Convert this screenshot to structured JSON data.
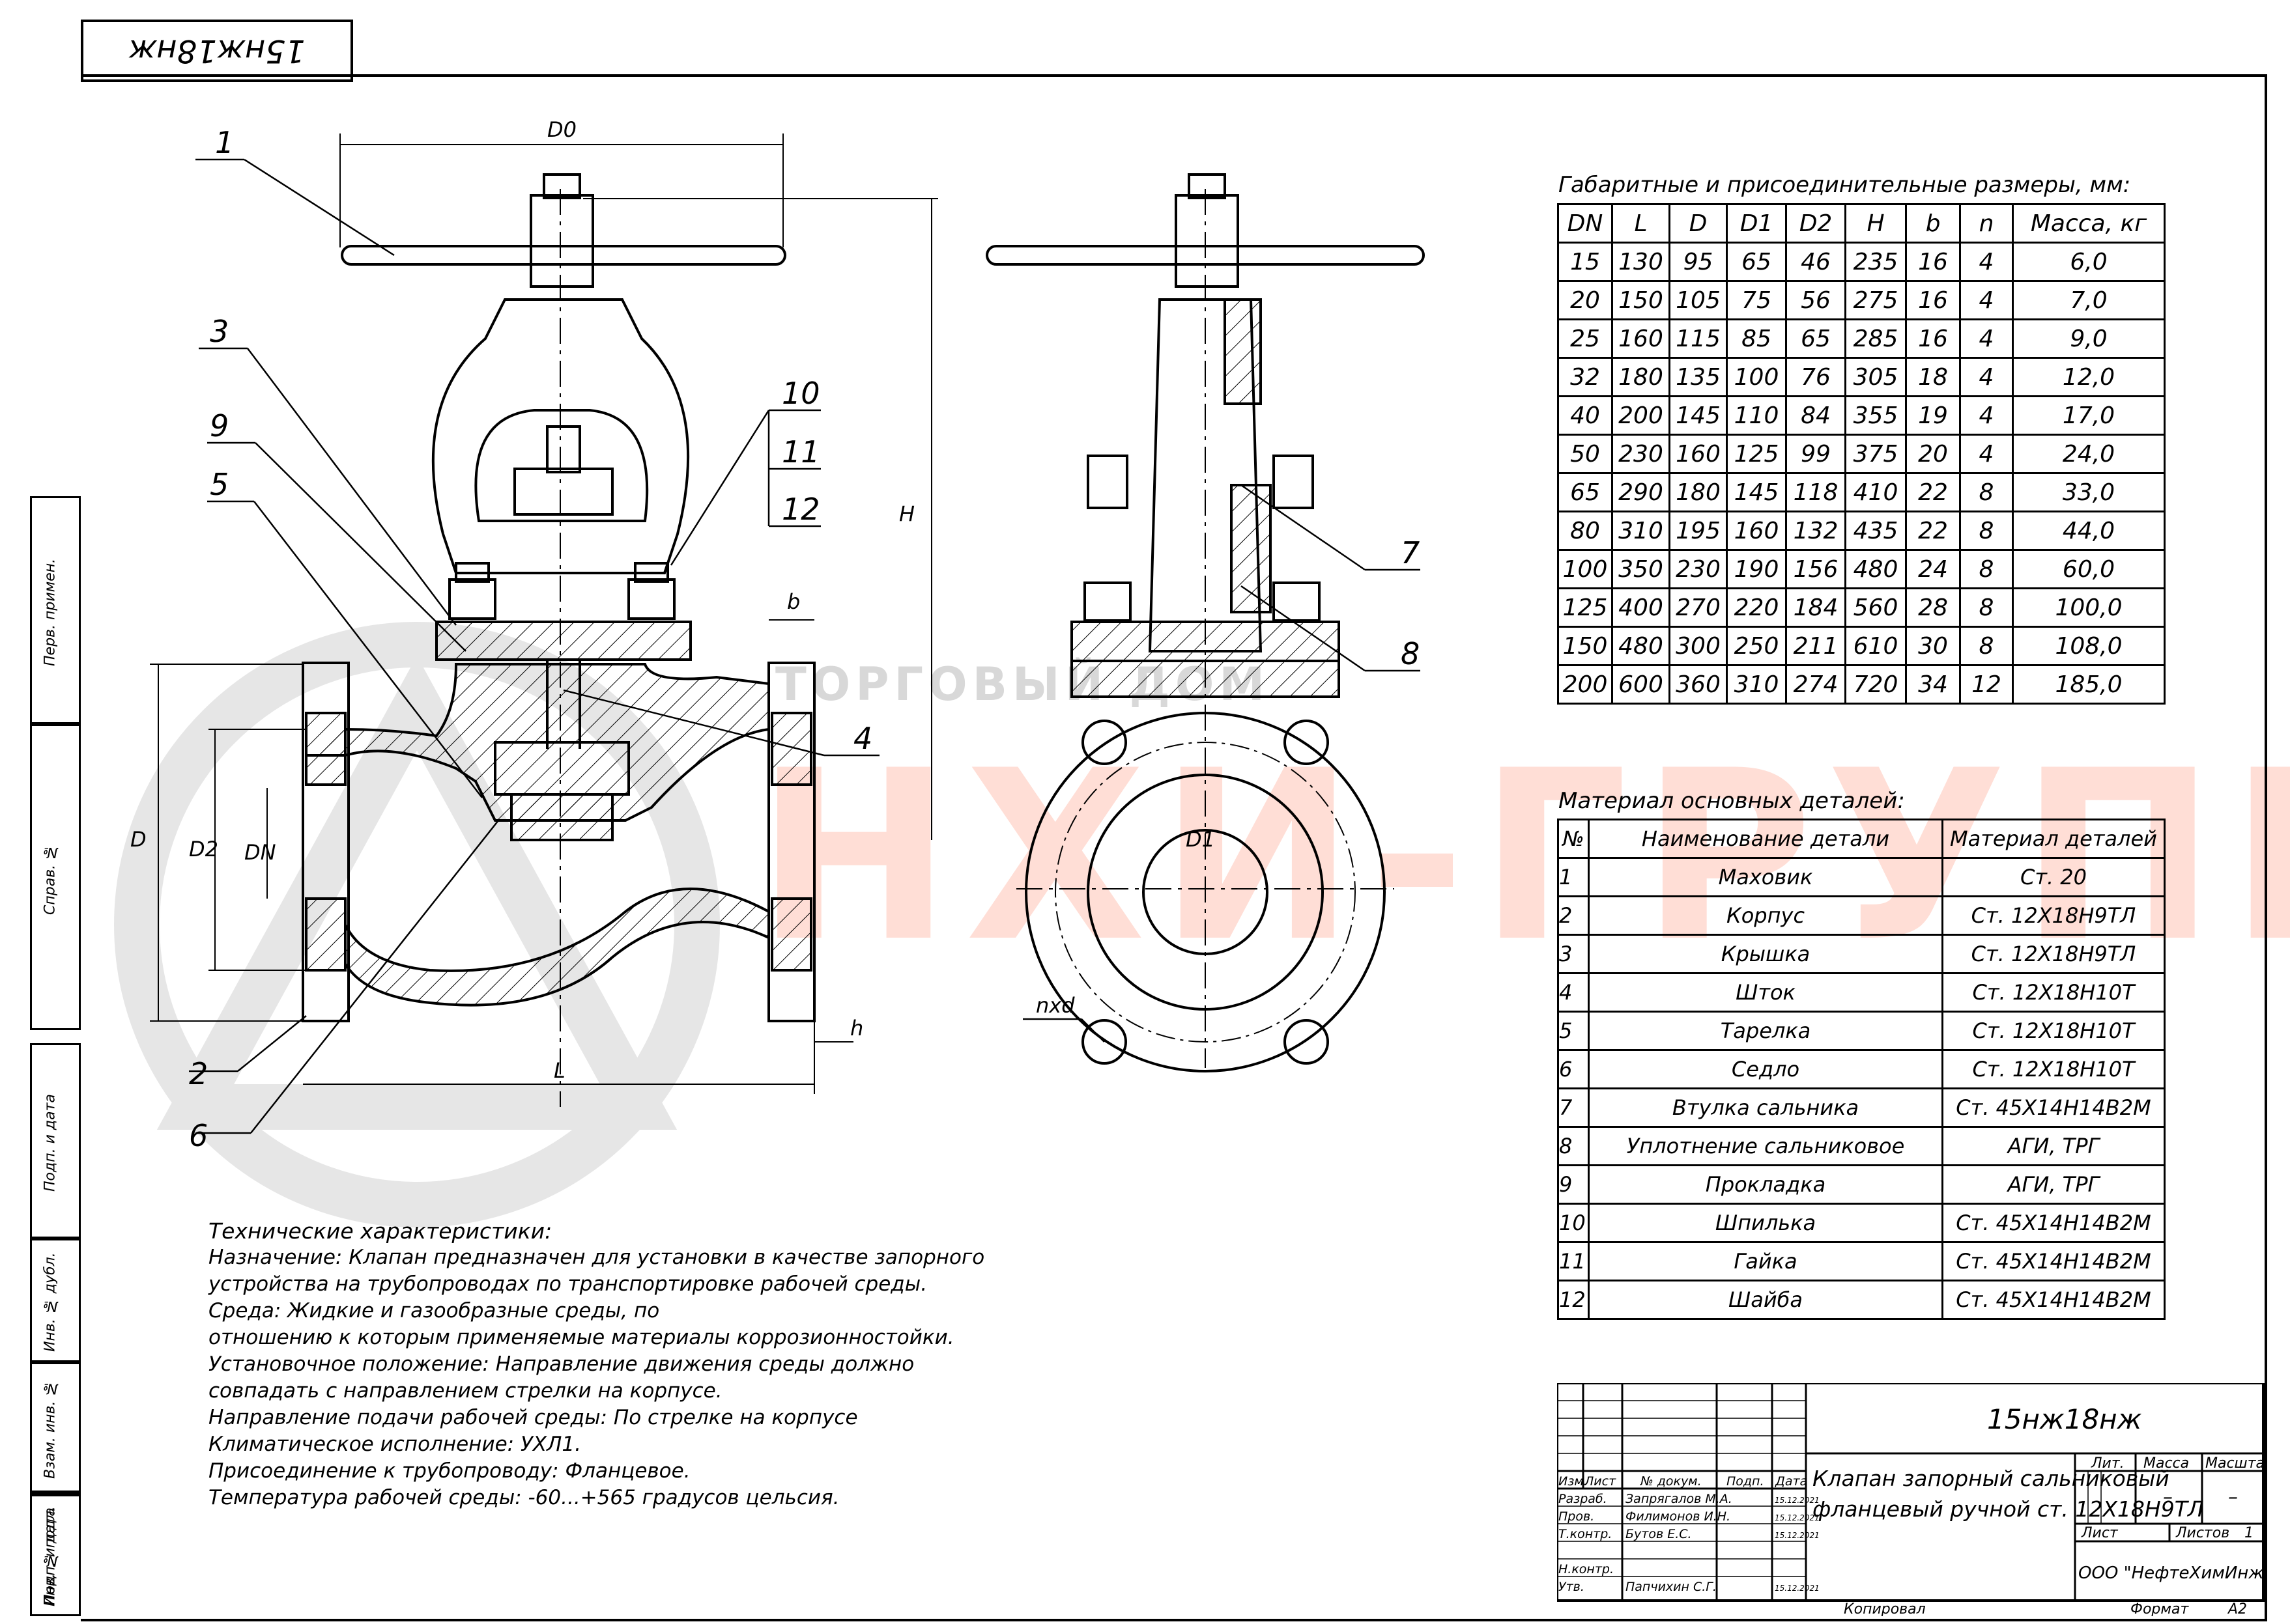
{
  "drawing_code": "15нж18нж",
  "drawing_code_top_rotated": "15нж18нж",
  "left_strip": [
    "Перв. примен.",
    "Справ. №",
    "Подп. и дата",
    "Инв. № дубл.",
    "Взам. инв. №",
    "Подп. и дата",
    "Инв. № подл."
  ],
  "watermark": {
    "line1": "ТОРГОВЫЙ ДОМ",
    "line2": "НХИ-ГРУПП"
  },
  "callouts": [
    "1",
    "3",
    "9",
    "5",
    "10",
    "11",
    "12",
    "4",
    "2",
    "6",
    "7",
    "8"
  ],
  "dim_labels": {
    "d0": "D0",
    "h_total": "H",
    "b": "b",
    "h": "h",
    "l": "L",
    "d": "D",
    "d2": "D2",
    "dn": "DN",
    "d1": "D1",
    "nxd": "nxd"
  },
  "dims_table": {
    "caption": "Габаритные и присоединительные размеры, мм:",
    "headers": [
      "DN",
      "L",
      "D",
      "D1",
      "D2",
      "H",
      "b",
      "n",
      "Масса, кг"
    ],
    "rows": [
      [
        "15",
        "130",
        "95",
        "65",
        "46",
        "235",
        "16",
        "4",
        "6,0"
      ],
      [
        "20",
        "150",
        "105",
        "75",
        "56",
        "275",
        "16",
        "4",
        "7,0"
      ],
      [
        "25",
        "160",
        "115",
        "85",
        "65",
        "285",
        "16",
        "4",
        "9,0"
      ],
      [
        "32",
        "180",
        "135",
        "100",
        "76",
        "305",
        "18",
        "4",
        "12,0"
      ],
      [
        "40",
        "200",
        "145",
        "110",
        "84",
        "355",
        "19",
        "4",
        "17,0"
      ],
      [
        "50",
        "230",
        "160",
        "125",
        "99",
        "375",
        "20",
        "4",
        "24,0"
      ],
      [
        "65",
        "290",
        "180",
        "145",
        "118",
        "410",
        "22",
        "8",
        "33,0"
      ],
      [
        "80",
        "310",
        "195",
        "160",
        "132",
        "435",
        "22",
        "8",
        "44,0"
      ],
      [
        "100",
        "350",
        "230",
        "190",
        "156",
        "480",
        "24",
        "8",
        "60,0"
      ],
      [
        "125",
        "400",
        "270",
        "220",
        "184",
        "560",
        "28",
        "8",
        "100,0"
      ],
      [
        "150",
        "480",
        "300",
        "250",
        "211",
        "610",
        "30",
        "8",
        "108,0"
      ],
      [
        "200",
        "600",
        "360",
        "310",
        "274",
        "720",
        "34",
        "12",
        "185,0"
      ]
    ]
  },
  "materials_table": {
    "caption": "Материал основных деталей:",
    "headers": [
      "№",
      "Наименование детали",
      "Материал деталей"
    ],
    "rows": [
      [
        "1",
        "Маховик",
        "Ст. 20"
      ],
      [
        "2",
        "Корпус",
        "Ст. 12Х18Н9ТЛ"
      ],
      [
        "3",
        "Крышка",
        "Ст. 12Х18Н9ТЛ"
      ],
      [
        "4",
        "Шток",
        "Ст. 12Х18Н10Т"
      ],
      [
        "5",
        "Тарелка",
        "Ст. 12Х18Н10Т"
      ],
      [
        "6",
        "Седло",
        "Ст. 12Х18Н10Т"
      ],
      [
        "7",
        "Втулка сальника",
        "Ст. 45Х14Н14В2М"
      ],
      [
        "8",
        "Уплотнение сальниковое",
        "АГИ, ТРГ"
      ],
      [
        "9",
        "Прокладка",
        "АГИ, ТРГ"
      ],
      [
        "10",
        "Шпилька",
        "Ст. 45Х14Н14В2М"
      ],
      [
        "11",
        "Гайка",
        "Ст. 45Х14Н14В2М"
      ],
      [
        "12",
        "Шайба",
        "Ст. 45Х14Н14В2М"
      ]
    ]
  },
  "tech": {
    "title": "Технические характеристики:",
    "lines": [
      "Назначение: Клапан предназначен для установки в качестве запорного",
      "устройства на трубопроводах по транспортировке рабочей среды.",
      "Среда: Жидкие и газообразные среды, по",
      "отношению к которым применяемые материалы коррозионностойки.",
      "Установочное положение: Направление движения среды должно",
      "совпадать с направлением стрелки на корпусе.",
      "Направление подачи рабочей среды: По стрелке на корпусе",
      "Климатическое исполнение: УХЛ1.",
      "Присоединение к трубопроводу: Фланцевое.",
      "Температура рабочей среды: -60...+565 градусов цельсия."
    ]
  },
  "title_block": {
    "code": "15нж18нж",
    "name_line1": "Клапан запорный сальниковый",
    "name_line2": "фланцевый ручной ст. 12Х18Н9ТЛ",
    "col_headers": [
      "Изм.",
      "Лист",
      "№ докум.",
      "Подп.",
      "Дата"
    ],
    "roles": [
      "Разраб.",
      "Пров.",
      "Т.контр.",
      "",
      "Н.контр.",
      "Утв."
    ],
    "names": [
      "Запрягалов М.А.",
      "Филимонов И.Н.",
      "Бутов Е.С.",
      "",
      "",
      "Папчихин С.Г."
    ],
    "dates": [
      "15.12.2021",
      "15.12.2021",
      "15.12.2021",
      "",
      "",
      "15.12.2021"
    ],
    "lit": "Лит.",
    "mass": "Масса",
    "scale": "Масштаб",
    "dash1": "–",
    "dash2": "–",
    "sheet": "Лист",
    "sheets": "Листов",
    "sheets_count": "1",
    "company": "ООО \"НефтеХимИнжиниринг\"",
    "copied": "Копировал",
    "format_label": "Формат",
    "format_value": "А2"
  }
}
